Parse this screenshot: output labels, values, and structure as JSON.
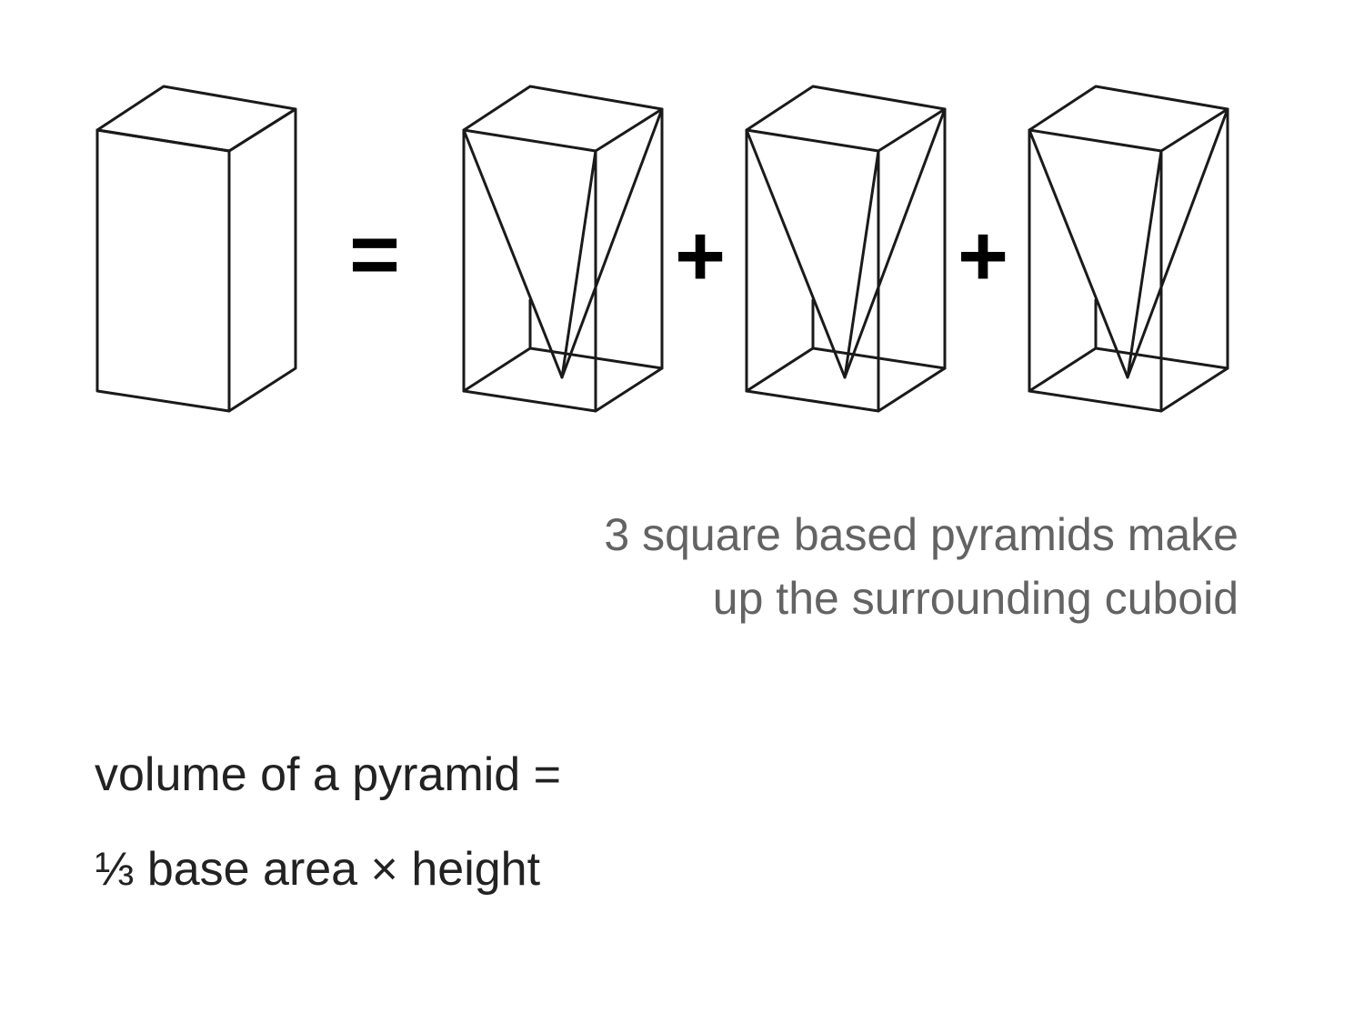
{
  "diagram": {
    "equals_sign": "=",
    "plus_sign": "+",
    "stroke_color": "#1a1a1a"
  },
  "caption": {
    "line1": "3 square based pyramids make",
    "line2": "up the surrounding cuboid",
    "color": "#636363"
  },
  "formula": {
    "line1": "volume of a pyramid =",
    "line2": "⅓ base area × height",
    "color": "#222222"
  }
}
